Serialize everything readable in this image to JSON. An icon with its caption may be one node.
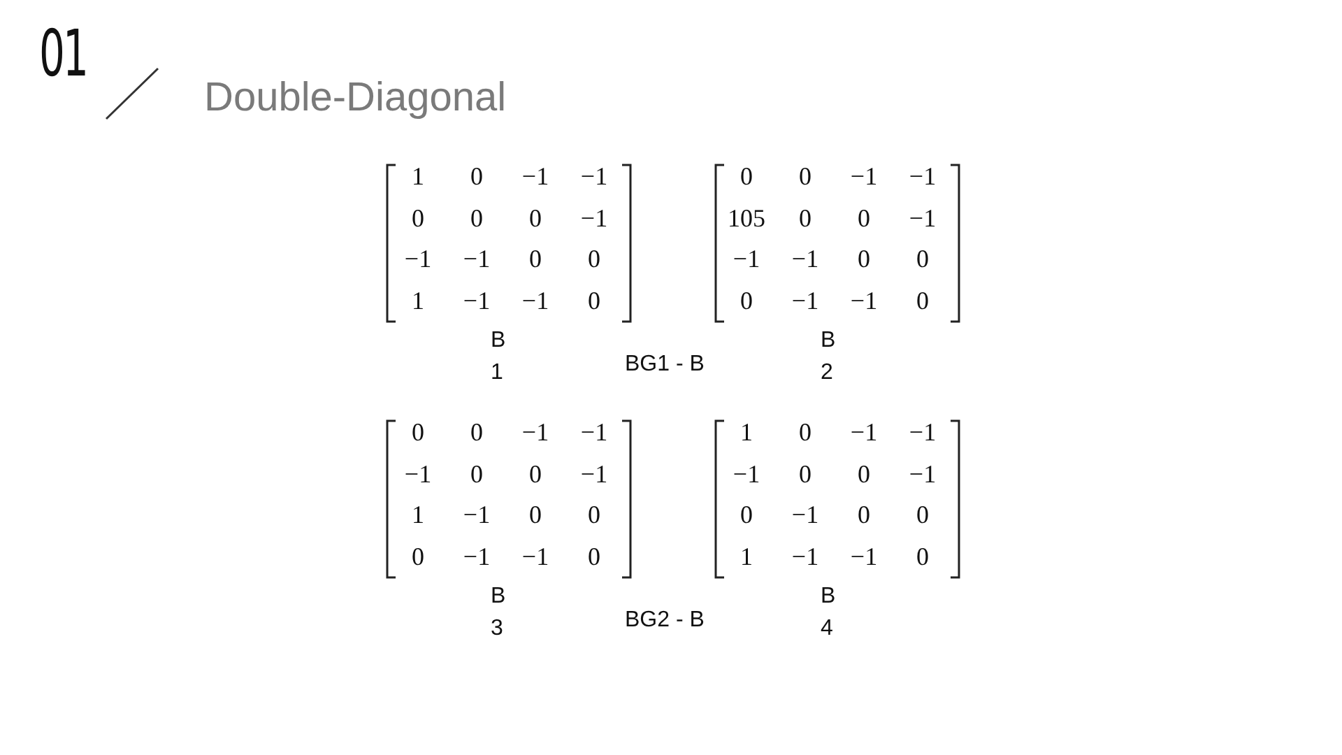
{
  "diagram": {
    "title": "Double-Diagonal",
    "labels": [
      "01",
      "1",
      "0",
      "−1",
      "−1",
      "0",
      "0",
      "0",
      "−1",
      "−1",
      "−1",
      "0",
      "0",
      "1",
      "−1",
      "−1",
      "0",
      "0",
      "0",
      "−1",
      "−1",
      "105",
      "0",
      "0",
      "−1",
      "−1",
      "−1",
      "0",
      "0",
      "0",
      "−1",
      "−1",
      "0",
      "B",
      "1",
      "BG1 - B",
      "B",
      "2",
      "0",
      "0",
      "−1",
      "−1",
      "−1",
      "0",
      "0",
      "−1",
      "1",
      "−1",
      "0",
      "0",
      "0",
      "−1",
      "−1",
      "0",
      "1",
      "0",
      "−1",
      "−1",
      "−1",
      "0",
      "0",
      "−1",
      "0",
      "−1",
      "0",
      "0",
      "1",
      "−1",
      "−1",
      "0",
      "B",
      "3",
      "BG2 - B",
      "B",
      "4"
    ]
  }
}
